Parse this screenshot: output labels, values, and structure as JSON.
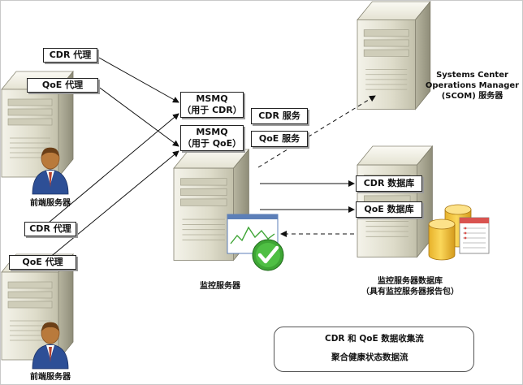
{
  "front_end_server_top": {
    "label": "前端服务器",
    "cdr_agent": "CDR 代理",
    "qoe_agent": "QoE 代理"
  },
  "front_end_server_bottom": {
    "label": "前端服务器",
    "cdr_agent": "CDR 代理",
    "qoe_agent": "QoE 代理"
  },
  "monitoring_server": {
    "label": "监控服务器",
    "msmq_cdr_line1": "MSMQ",
    "msmq_cdr_line2": "（用于 CDR）",
    "msmq_qoe_line1": "MSMQ",
    "msmq_qoe_line2": "（用于 QoE）",
    "cdr_service": "CDR 服务",
    "qoe_service": "QoE 服务"
  },
  "scom_server": {
    "line1": "Systems Center",
    "line2": "Operations Manager",
    "line3": "(SCOM) 服务器"
  },
  "database_server": {
    "cdr_db": "CDR 数据库",
    "qoe_db": "QoE 数据库",
    "label_line1": "监控服务器数据库",
    "label_line2": "（具有监控服务器报告包）"
  },
  "legend": {
    "solid_line": "CDR 和 QoE 数据收集流",
    "dashed_line": "聚合健康状态数据流"
  },
  "colors": {
    "server_light": "#e2e0cf",
    "server_dark": "#a9a793",
    "person_shirt": "#2d4f96",
    "person_skin": "#b97a3c",
    "db_cylinder": "#f2c53d",
    "check_green": "#3ea535"
  }
}
